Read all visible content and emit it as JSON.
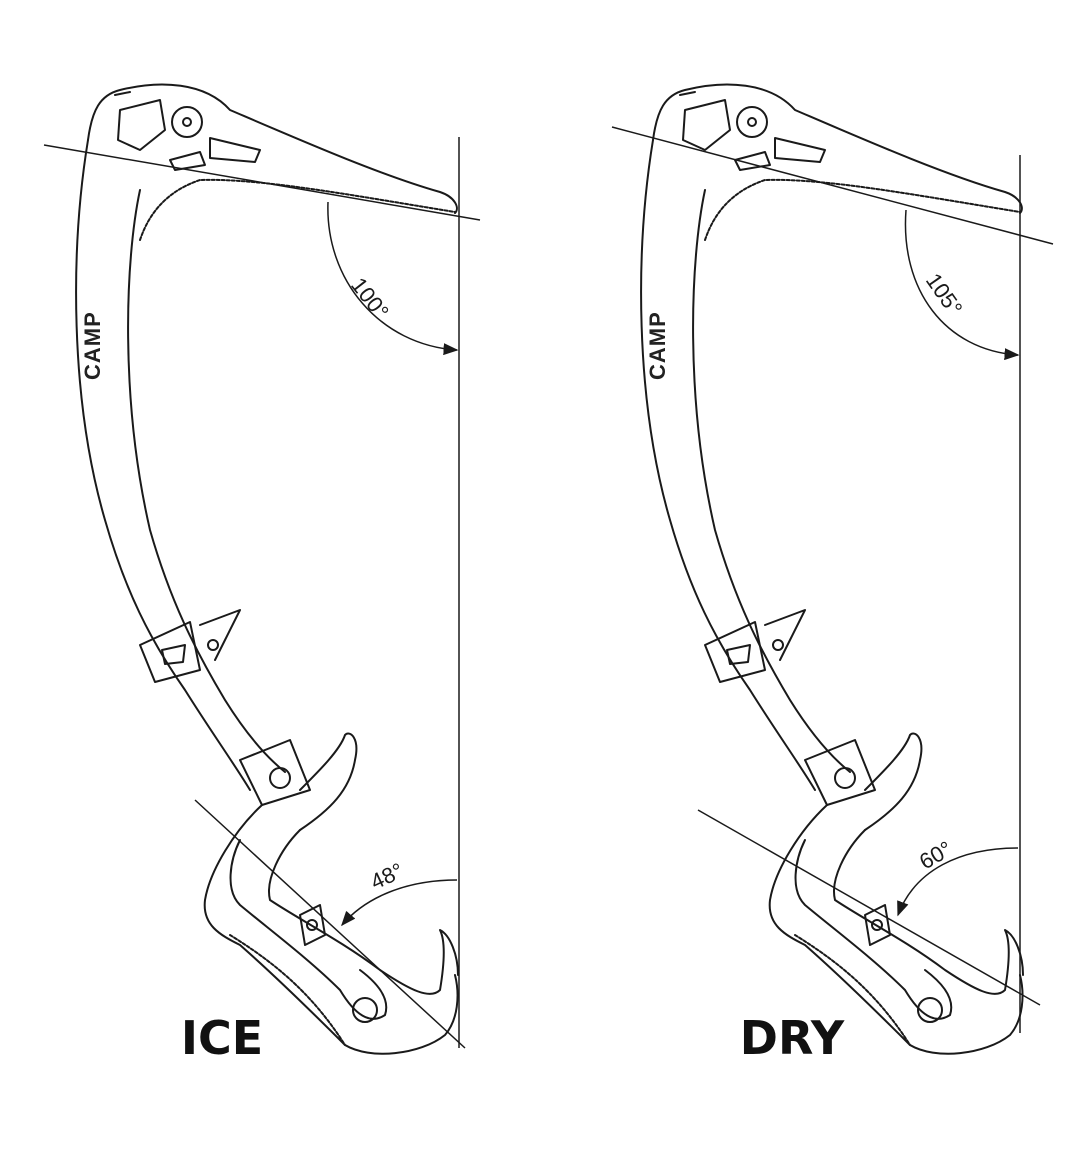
{
  "brand_logo": "CAMP",
  "panels": [
    {
      "label": "ICE",
      "pick_angle": "100°",
      "grip_angle": "48°"
    },
    {
      "label": "DRY",
      "pick_angle": "105°",
      "grip_angle": "60°"
    }
  ],
  "colors": {
    "line": "#1a1a1a",
    "background": "#ffffff"
  }
}
